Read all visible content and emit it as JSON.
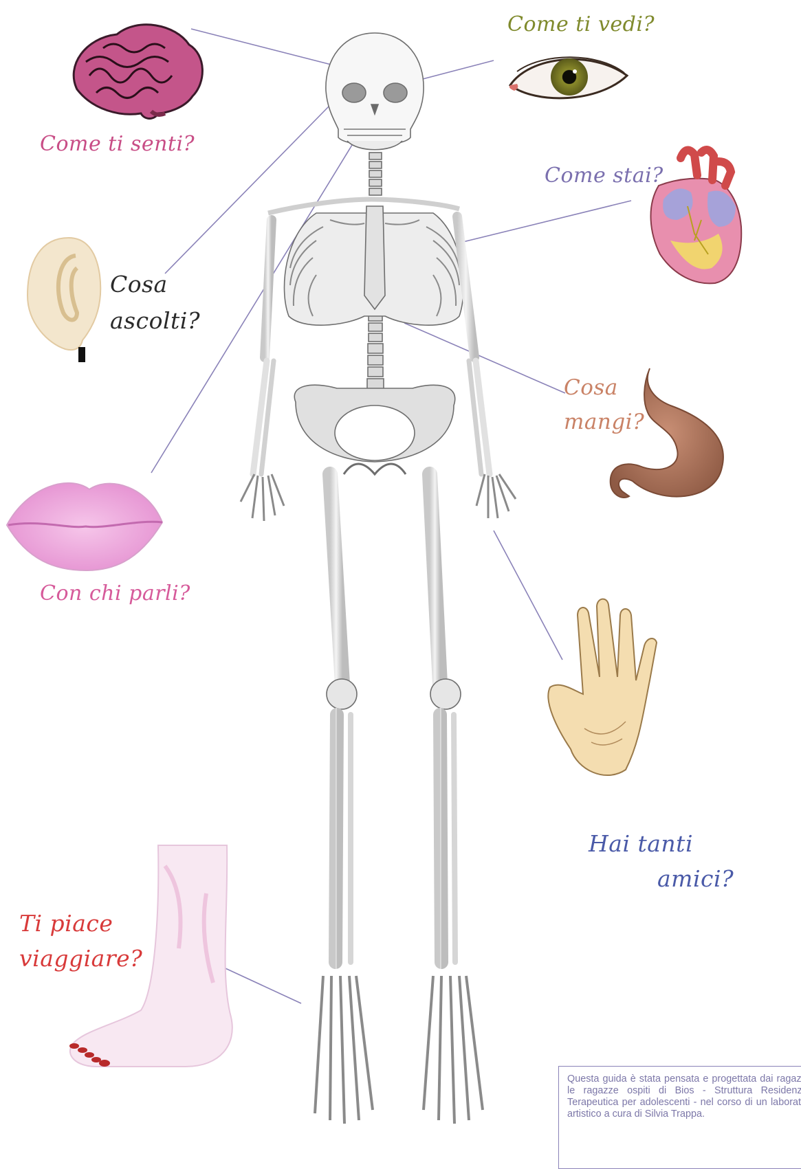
{
  "questions": {
    "eye": "Come ti vedi?",
    "brain": "Come ti senti?",
    "heart": "Come stai?",
    "ear": "Cosa ascolti?",
    "stomach": "Cosa mangi?",
    "lips": "Con chi parli?",
    "hand_line1": "Hai tanti",
    "hand_line2": "amici?",
    "foot": "Ti piace viaggiare?"
  },
  "footnote": "Questa guida è stata pensata e progettata dai ragazzi e le ragazze ospiti di Bios - Struttura Residenziale Terapeutica per adolescenti - nel corso di un laboratorio artistico a cura di Silvia Trappa.",
  "colors": {
    "connector": "#8a82b8",
    "eye_text": "#7f8a2c",
    "brain_text": "#c84d86",
    "heart_text": "#7a6fae",
    "stomach_text": "#c98266",
    "lips_text": "#d65a9a",
    "hand_text": "#4a5aa8",
    "foot_text": "#d83a3a"
  },
  "icons": [
    "brain-icon",
    "eye-icon",
    "heart-icon",
    "ear-icon",
    "stomach-icon",
    "lips-icon",
    "hand-icon",
    "foot-icon",
    "skeleton-illustration"
  ]
}
